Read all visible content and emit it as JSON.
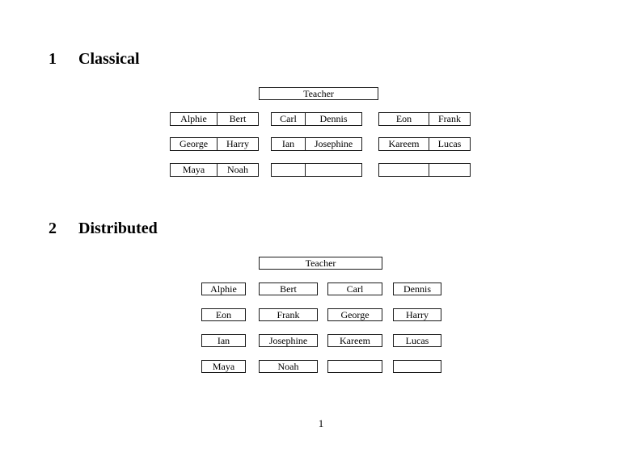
{
  "colors": {
    "paper": "#ffffff",
    "ink": "#000000",
    "box_border": "#1a1a1a"
  },
  "sections": [
    {
      "number": "1",
      "title": "Classical"
    },
    {
      "number": "2",
      "title": "Distributed"
    }
  ],
  "classical": {
    "teacher_label": "Teacher",
    "rows": [
      [
        {
          "cells": [
            "Alphie",
            "Bert"
          ]
        },
        {
          "cells": [
            "Carl",
            "Dennis"
          ]
        },
        {
          "cells": [
            "Eon",
            "Frank"
          ]
        }
      ],
      [
        {
          "cells": [
            "George",
            "Harry"
          ]
        },
        {
          "cells": [
            "Ian",
            "Josephine"
          ]
        },
        {
          "cells": [
            "Kareem",
            "Lucas"
          ]
        }
      ],
      [
        {
          "cells": [
            "Maya",
            "Noah"
          ]
        },
        {
          "cells": [
            "",
            ""
          ]
        },
        {
          "cells": [
            "",
            ""
          ]
        }
      ]
    ]
  },
  "distributed": {
    "teacher_label": "Teacher",
    "rows": [
      [
        "Alphie",
        "Bert",
        "Carl",
        "Dennis"
      ],
      [
        "Eon",
        "Frank",
        "George",
        "Harry"
      ],
      [
        "Ian",
        "Josephine",
        "Kareem",
        "Lucas"
      ],
      [
        "Maya",
        "Noah",
        "",
        ""
      ]
    ]
  },
  "footer": {
    "page_number": "1"
  }
}
